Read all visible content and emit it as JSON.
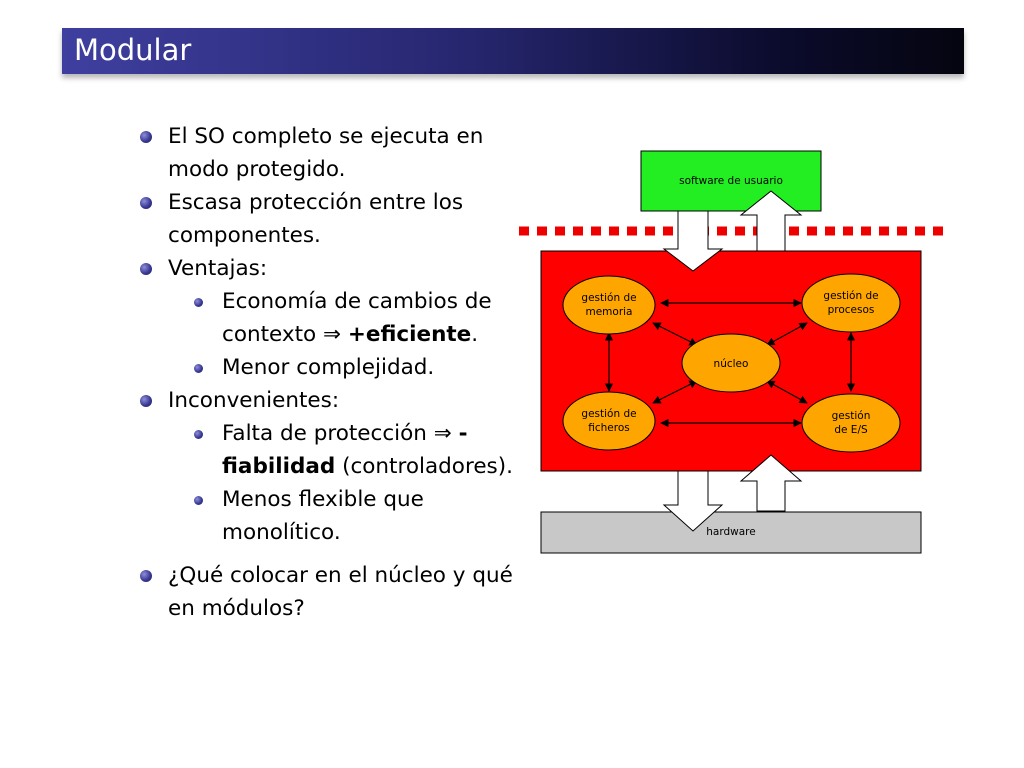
{
  "slide": {
    "title": "Modular"
  },
  "bullets": {
    "b1": "El SO completo se ejecuta en modo protegido.",
    "b2": "Escasa protección entre los componentes.",
    "b3": "Ventajas:",
    "b3_s1_pre": "Economía de cambios de contexto ⇒ ",
    "b3_s1_bold": "+eficiente",
    "b3_s1_post": ".",
    "b3_s2": "Menor complejidad.",
    "b4": "Inconvenientes:",
    "b4_s1_pre": "Falta de protección ⇒ ",
    "b4_s1_bold": "-fiabilidad",
    "b4_s1_post": " (controladores).",
    "b4_s2": "Menos flexible que monolítico.",
    "b5": "¿Qué colocar en el núcleo y qué en módulos?"
  },
  "diagram": {
    "user_sw": "software de usuario",
    "hardware": "hardware",
    "memoria_1": "gestión de",
    "memoria_2": "memoria",
    "procesos_1": "gestión de",
    "procesos_2": "procesos",
    "nucleo": "núcleo",
    "ficheros_1": "gestión de",
    "ficheros_2": "ficheros",
    "es_1": "gestión",
    "es_2": "de E/S",
    "colors": {
      "user_box": "#22ee22",
      "kernel_box": "#ff0000",
      "module": "#ffa500",
      "hardware_box": "#c8c8c8",
      "dashed_line": "#ee0000",
      "title_bar_start": "#3f3fa0",
      "title_bar_end": "#050510"
    }
  }
}
